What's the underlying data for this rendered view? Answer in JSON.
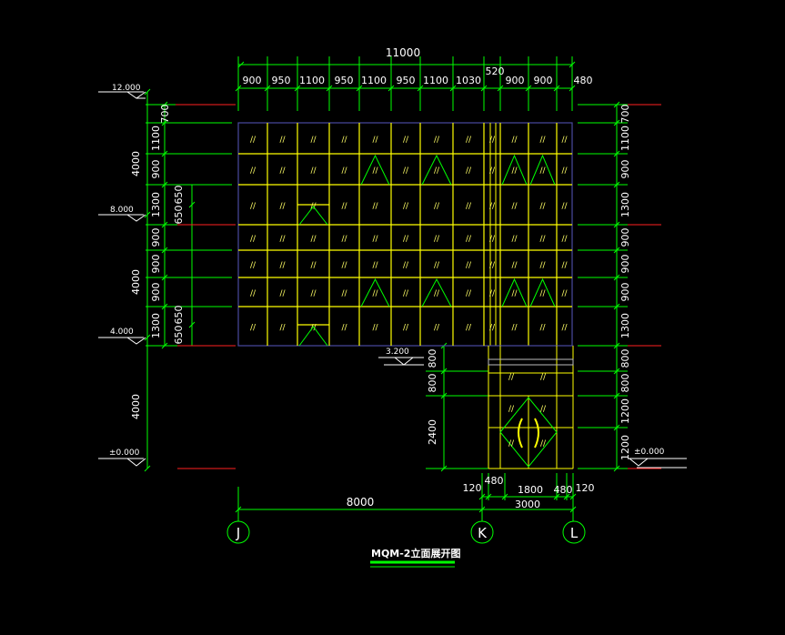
{
  "drawing": {
    "title": "MQM-2立面展开图",
    "colors": {
      "background": "#000000",
      "dimension": "#00ff00",
      "text": "#ffffff",
      "mullion": "#ffff00",
      "outline": "#4a4aa0",
      "axis_line": "#ff2020",
      "glass_mark": "#ffff66"
    },
    "top_total": "11000",
    "top_dims": [
      "900",
      "950",
      "1100",
      "950",
      "1100",
      "950",
      "1100",
      "1030",
      "520",
      "900",
      "900",
      "480"
    ],
    "bottom_total": "8000",
    "bottom_dims": [
      "120",
      "480",
      "1800",
      "3000",
      "480",
      "120"
    ],
    "levels": [
      "12.000",
      "8.000",
      "4.000",
      "±0.000",
      "3.200",
      "±0.000"
    ],
    "left_outer_dims": [
      "4000",
      "4000",
      "4000"
    ],
    "left_inner_dims": [
      "700",
      "1100",
      "900",
      "1300",
      "900",
      "900",
      "900",
      "1300"
    ],
    "left_sub_dims": [
      "650",
      "650",
      "650",
      "650"
    ],
    "door_left_dims": [
      "800",
      "800",
      "2400"
    ],
    "right_dims": [
      "700",
      "1100",
      "900",
      "1300",
      "900",
      "900",
      "900",
      "1300",
      "800",
      "800",
      "1200",
      "1200"
    ],
    "axes": [
      "J",
      "K",
      "L"
    ],
    "glass_symbol": "//"
  }
}
